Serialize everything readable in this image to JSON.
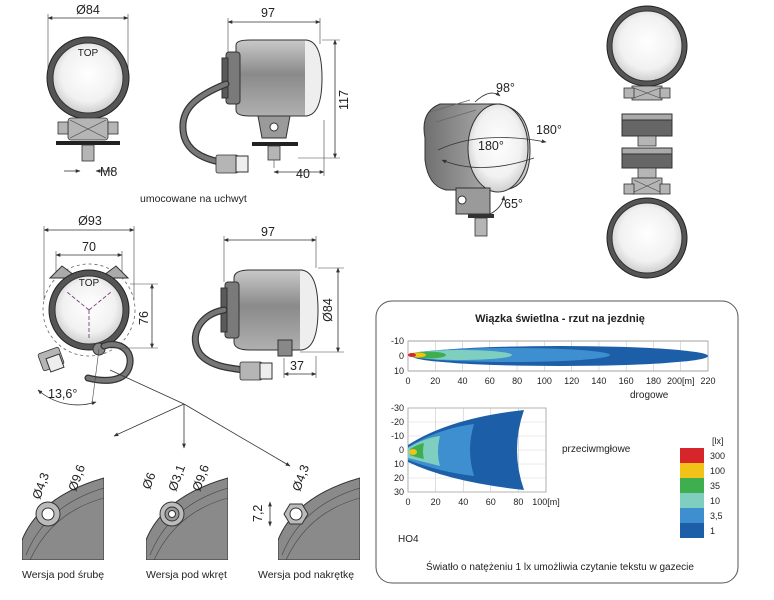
{
  "dimensions": {
    "d84": "Ø84",
    "w97_top": "97",
    "h117": "117",
    "m8": "M8",
    "d40": "40",
    "d93": "Ø93",
    "w70": "70",
    "h76": "76",
    "w97_bottom": "97",
    "d84_side": "Ø84",
    "d37": "37",
    "angle_13_6": "13,6°"
  },
  "lamp_labels": {
    "top_upper": "TOP",
    "top_lower": "TOP"
  },
  "captions": {
    "bracket_mount": "umocowane na uchwyt",
    "version_screw": "Wersja pod śrubę",
    "version_bolt": "Wersja pod wkręt",
    "version_nut": "Wersja pod nakrętkę"
  },
  "detail_dims": {
    "screw": [
      "Ø4,3",
      "Ø9,6"
    ],
    "bolt": [
      "Ø6",
      "Ø3,1",
      "Ø9,6"
    ],
    "nut": [
      "Ø4,3",
      "7,2"
    ]
  },
  "rotation": {
    "a98": "98°",
    "a180_right": "180°",
    "a180_center": "180°",
    "a65": "65°"
  },
  "beam_panel": {
    "title": "Wiązka świetlna - rzut na jezdnię",
    "driving_label": "drogowe",
    "fog_label": "przeciwmgłowe",
    "model": "HO4",
    "footnote": "Światło o natężeniu 1 lx umożliwia czytanie tekstu w gazecie",
    "driving_y_ticks": [
      "-10",
      "0",
      "10"
    ],
    "driving_x_ticks": [
      "0",
      "20",
      "40",
      "60",
      "80",
      "100",
      "120",
      "140",
      "160",
      "180",
      "200[m]",
      "220"
    ],
    "fog_y_ticks": [
      "-30",
      "-20",
      "-10",
      "0",
      "10",
      "20",
      "30"
    ],
    "fog_x_ticks": [
      "0",
      "20",
      "40",
      "60",
      "80",
      "100[m]"
    ],
    "legend_unit": "[lx]",
    "legend": [
      {
        "label": "300",
        "color": "#d7262b"
      },
      {
        "label": "100",
        "color": "#f2c219"
      },
      {
        "label": "35",
        "color": "#3fae4f"
      },
      {
        "label": "10",
        "color": "#7fcfc0"
      },
      {
        "label": "3,5",
        "color": "#3d8fcf"
      },
      {
        "label": "1",
        "color": "#1d5ea8"
      }
    ]
  }
}
